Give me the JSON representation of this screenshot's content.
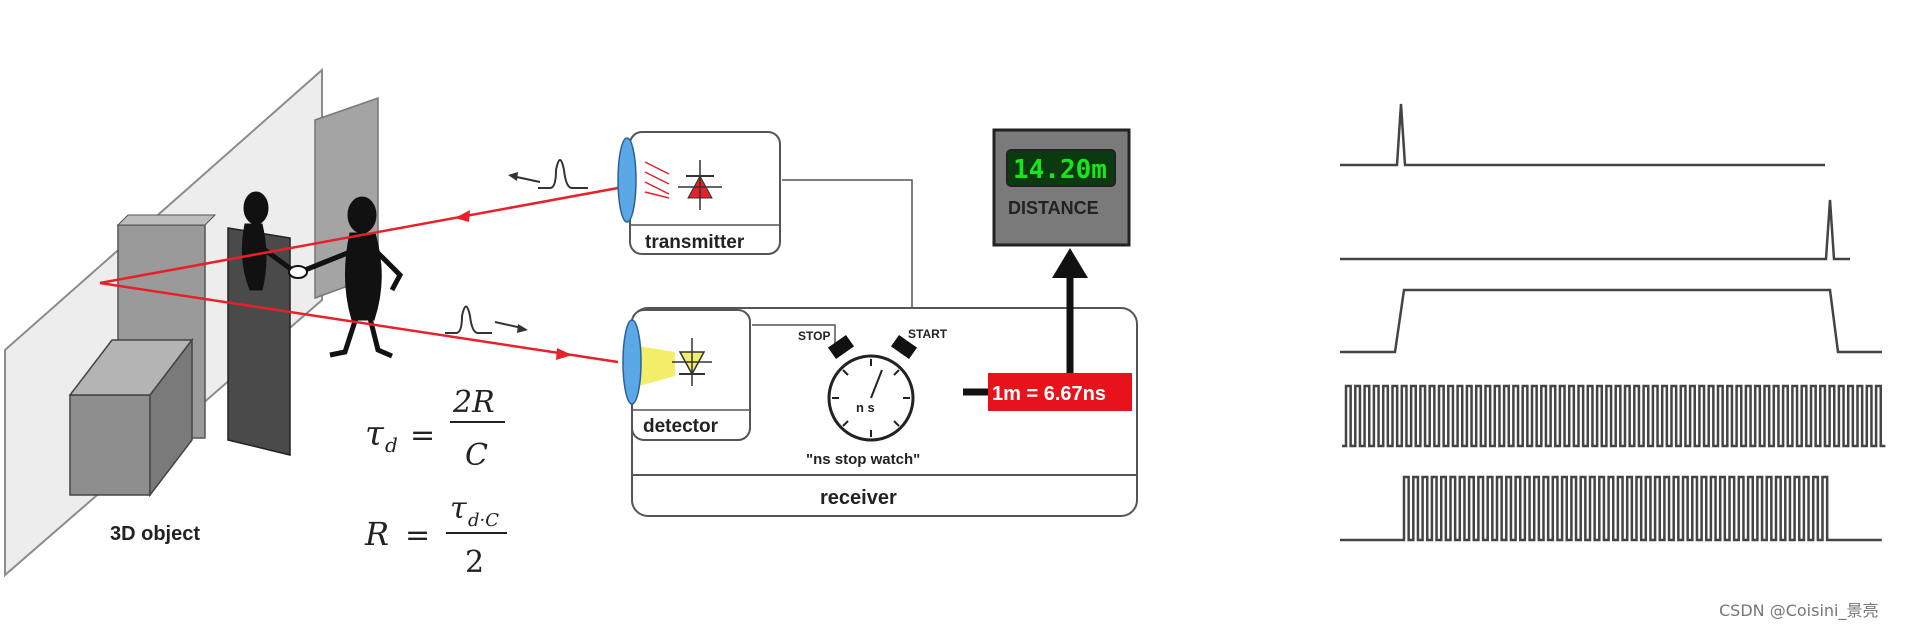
{
  "scene": {
    "object_label": "3D object"
  },
  "formulas": {
    "tau_symbol": "τ",
    "tau_sub": "d",
    "eq1_rhs_num": "2R",
    "eq1_rhs_den": "C",
    "eq2_lhs": "R",
    "eq2_num_sub": "d·C",
    "eq2_den": "2"
  },
  "device": {
    "transmitter_label": "transmitter",
    "detector_label": "detector",
    "receiver_label": "receiver",
    "stopwatch_stop": "STOP",
    "stopwatch_start": "START",
    "stopwatch_face": "n s",
    "stopwatch_caption": "\"ns stop watch\"",
    "conversion_label": "1m = 6.67ns",
    "display_value": "14.20m",
    "display_label": "DISTANCE"
  },
  "colors": {
    "laser": "#e8202a",
    "conversion_bg": "#e8121b",
    "lcd_bg": "#0c3a10",
    "lcd_text": "#19e619",
    "lens": "#5aa9e6",
    "detector_beam": "#f2ee6a"
  },
  "watermark": "CSDN @Coisini_景亮"
}
